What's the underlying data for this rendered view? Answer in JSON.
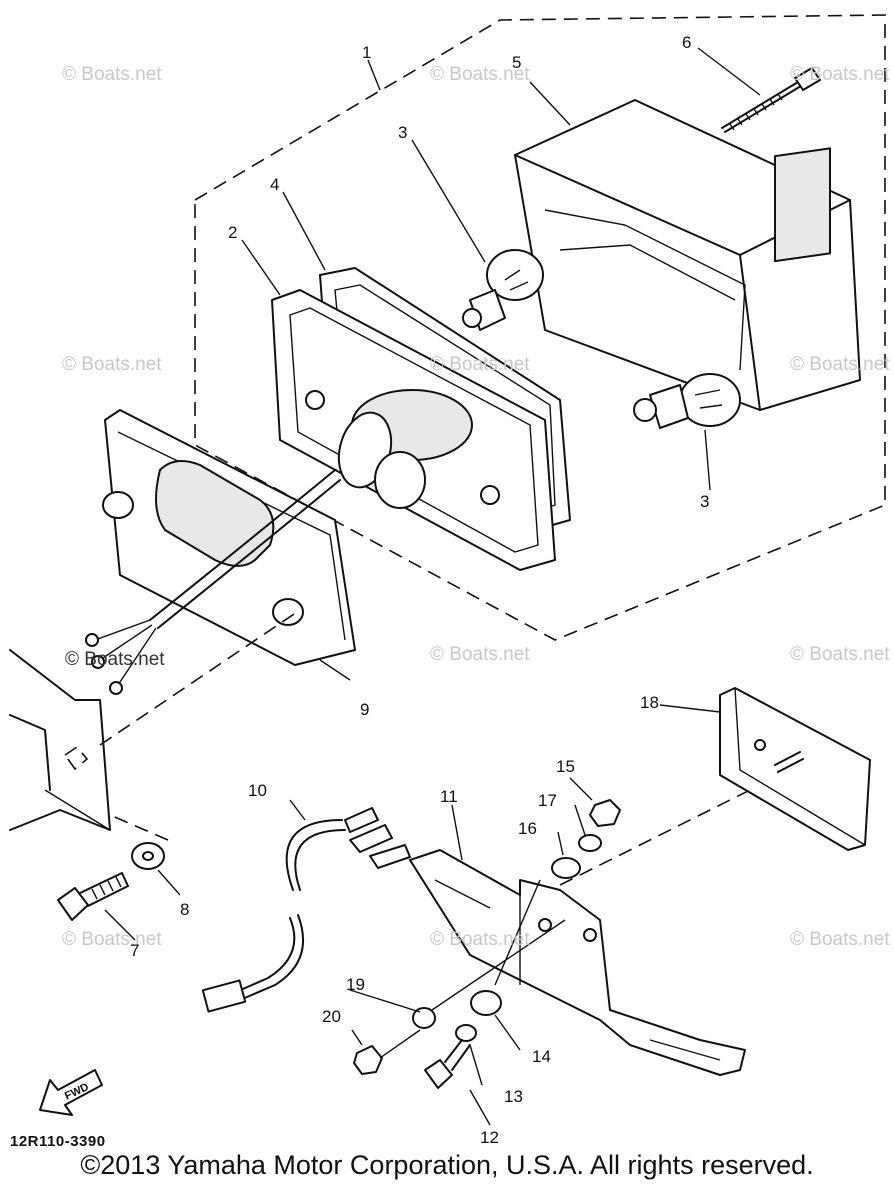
{
  "diagram": {
    "callouts": {
      "c1": "1",
      "c2": "2",
      "c3a": "3",
      "c3b": "3",
      "c4": "4",
      "c5": "5",
      "c6": "6",
      "c7": "7",
      "c8": "8",
      "c9": "9",
      "c10": "10",
      "c11": "11",
      "c12": "12",
      "c13": "13",
      "c14": "14",
      "c15": "15",
      "c16": "16",
      "c17": "17",
      "c18": "18",
      "c19": "19",
      "c20": "20"
    },
    "watermark": "© Boats.net",
    "fwd_label": "FWD",
    "diagram_code": "12R110-3390"
  },
  "copyright": "©2013 Yamaha Motor Corporation, U.S.A. All rights reserved."
}
